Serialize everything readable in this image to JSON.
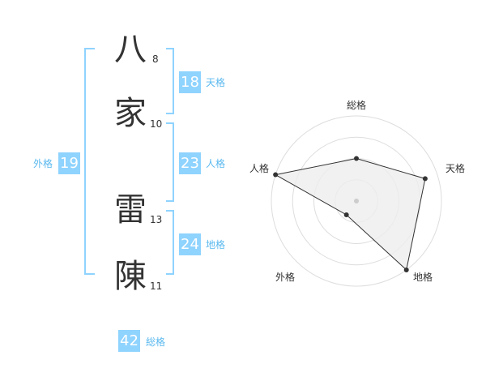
{
  "name_chars": [
    {
      "char": "八",
      "strokes": "8"
    },
    {
      "char": "家",
      "strokes": "10"
    },
    {
      "char": "雷",
      "strokes": "13"
    },
    {
      "char": "陳",
      "strokes": "11"
    }
  ],
  "kaku": {
    "tenkaku": {
      "value": "18",
      "label": "天格"
    },
    "jinkaku": {
      "value": "23",
      "label": "人格"
    },
    "chikaku": {
      "value": "24",
      "label": "地格"
    },
    "gaikaku": {
      "value": "19",
      "label": "外格"
    },
    "soukaku": {
      "value": "42",
      "label": "総格"
    }
  },
  "radar": {
    "labels": {
      "soukaku": "総格",
      "tenkaku": "天格",
      "chikaku": "地格",
      "gaikaku": "外格",
      "jinkaku": "人格"
    },
    "values": {
      "soukaku": 0.5,
      "tenkaku": 0.85,
      "chikaku": 1.0,
      "gaikaku": 0.2,
      "jinkaku": 1.0
    },
    "colors": {
      "fill": "#eeeeee",
      "line": "#333333",
      "grid": "#dddddd",
      "center": "#cccccc"
    }
  }
}
